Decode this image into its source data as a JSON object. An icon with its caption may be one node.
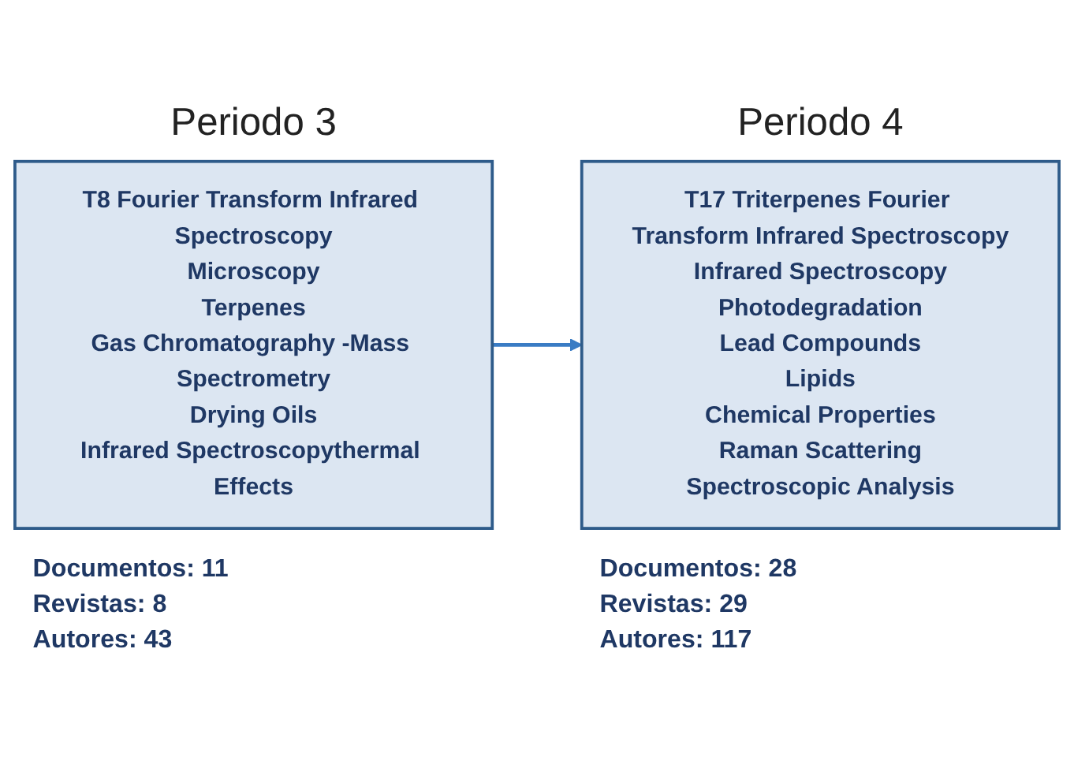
{
  "diagram": {
    "nodes": [
      {
        "text": [
          "Periodo 3",
          "T8 Fourier Transform Infrared Spectroscopy",
          "Microscopy",
          "Terpenes",
          "Gas Chromatography -Mass Spectrometry",
          "Drying Oils",
          "Infrared Spectroscopythermal Effects"
        ],
        "beside": [
          "Documentos: 11",
          "Revistas: 8",
          "Autores: 43"
        ]
      },
      {
        "text": [
          "Periodo 4",
          "T17 Triterpenes Fourier Transform Infrared Spectroscopy",
          "Infrared Spectroscopy",
          "Photodegradation",
          "Lead Compounds",
          "Lipids",
          "Chemical Properties",
          "Raman Scattering",
          "Spectroscopic Analysis"
        ],
        "beside": [
          "Documentos: 28",
          "Revistas: 29",
          "Autores: 117"
        ]
      }
    ],
    "edges": [
      {
        "from": 0,
        "to": 1,
        "arrow": "to"
      }
    ]
  }
}
